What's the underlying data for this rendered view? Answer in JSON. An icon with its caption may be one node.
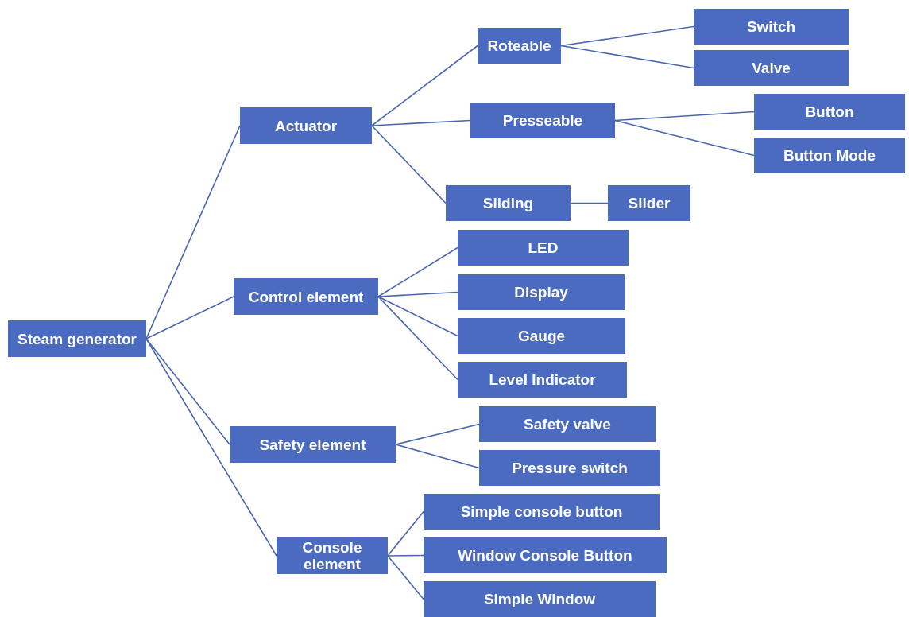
{
  "diagram": {
    "nodes": [
      {
        "text": [
          "Steam generator"
        ]
      },
      {
        "text": [
          "Actuator"
        ]
      },
      {
        "text": [
          "Roteable"
        ]
      },
      {
        "text": [
          "Switch"
        ]
      },
      {
        "text": [
          "Valve"
        ]
      },
      {
        "text": [
          "Presseable"
        ]
      },
      {
        "text": [
          "Button"
        ]
      },
      {
        "text": [
          "Button Mode"
        ]
      },
      {
        "text": [
          "Sliding"
        ]
      },
      {
        "text": [
          "Slider"
        ]
      },
      {
        "text": [
          "Control element"
        ]
      },
      {
        "text": [
          "LED"
        ]
      },
      {
        "text": [
          "Display"
        ]
      },
      {
        "text": [
          "Gauge"
        ]
      },
      {
        "text": [
          "Level Indicator"
        ]
      },
      {
        "text": [
          "Safety element"
        ]
      },
      {
        "text": [
          "Safety valve"
        ]
      },
      {
        "text": [
          "Pressure switch"
        ]
      },
      {
        "text": [
          "Console element"
        ]
      },
      {
        "text": [
          "Simple console button"
        ]
      },
      {
        "text": [
          "Window Console Button"
        ]
      },
      {
        "text": [
          "Simple Window"
        ]
      }
    ],
    "edges": [
      {
        "from": 0,
        "to": 1,
        "arrow": "none"
      },
      {
        "from": 0,
        "to": 10,
        "arrow": "none"
      },
      {
        "from": 0,
        "to": 15,
        "arrow": "none"
      },
      {
        "from": 0,
        "to": 18,
        "arrow": "none"
      },
      {
        "from": 1,
        "to": 2,
        "arrow": "none"
      },
      {
        "from": 1,
        "to": 5,
        "arrow": "none"
      },
      {
        "from": 1,
        "to": 8,
        "arrow": "none"
      },
      {
        "from": 2,
        "to": 3,
        "arrow": "none"
      },
      {
        "from": 2,
        "to": 4,
        "arrow": "none"
      },
      {
        "from": 5,
        "to": 6,
        "arrow": "none"
      },
      {
        "from": 5,
        "to": 7,
        "arrow": "none"
      },
      {
        "from": 8,
        "to": 9,
        "arrow": "none"
      },
      {
        "from": 10,
        "to": 11,
        "arrow": "none"
      },
      {
        "from": 10,
        "to": 12,
        "arrow": "none"
      },
      {
        "from": 10,
        "to": 13,
        "arrow": "none"
      },
      {
        "from": 10,
        "to": 14,
        "arrow": "none"
      },
      {
        "from": 15,
        "to": 16,
        "arrow": "none"
      },
      {
        "from": 15,
        "to": 17,
        "arrow": "none"
      },
      {
        "from": 18,
        "to": 19,
        "arrow": "none"
      },
      {
        "from": 18,
        "to": 20,
        "arrow": "none"
      },
      {
        "from": 18,
        "to": 21,
        "arrow": "none"
      }
    ]
  }
}
